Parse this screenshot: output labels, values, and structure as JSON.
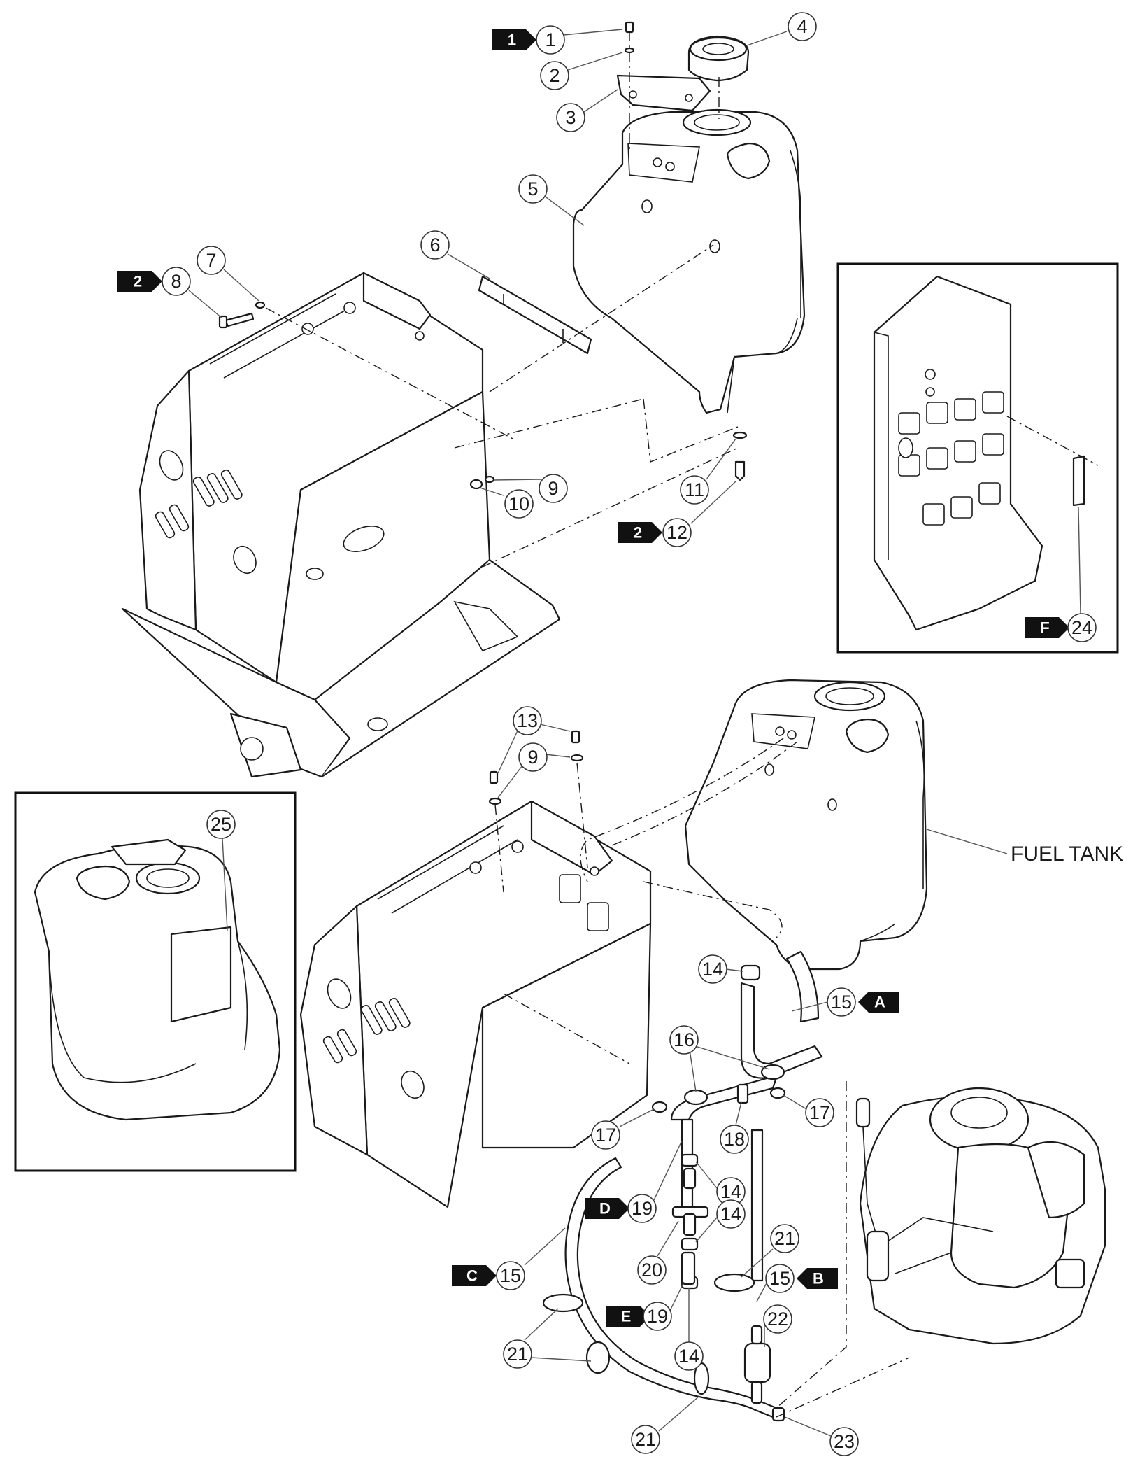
{
  "diagram": {
    "label_fuel_tank": "FUEL TANK",
    "callouts": [
      {
        "id": "c1",
        "number": "1",
        "tag": "1"
      },
      {
        "id": "c2",
        "number": "2"
      },
      {
        "id": "c3",
        "number": "3"
      },
      {
        "id": "c4",
        "number": "4"
      },
      {
        "id": "c5",
        "number": "5"
      },
      {
        "id": "c6",
        "number": "6"
      },
      {
        "id": "c7",
        "number": "7"
      },
      {
        "id": "c8",
        "number": "8",
        "tag": "2"
      },
      {
        "id": "c9a",
        "number": "9"
      },
      {
        "id": "c10",
        "number": "10"
      },
      {
        "id": "c11",
        "number": "11"
      },
      {
        "id": "c12",
        "number": "12",
        "tag": "2"
      },
      {
        "id": "c24",
        "number": "24",
        "tag": "F"
      },
      {
        "id": "c13",
        "number": "13"
      },
      {
        "id": "c9b",
        "number": "9"
      },
      {
        "id": "c25",
        "number": "25"
      },
      {
        "id": "c14a",
        "number": "14"
      },
      {
        "id": "c15a",
        "number": "15",
        "tag": "A"
      },
      {
        "id": "c16",
        "number": "16"
      },
      {
        "id": "c17a",
        "number": "17"
      },
      {
        "id": "c17b",
        "number": "17"
      },
      {
        "id": "c18",
        "number": "18"
      },
      {
        "id": "c14b",
        "number": "14"
      },
      {
        "id": "c19a",
        "number": "19",
        "tag": "D"
      },
      {
        "id": "c20",
        "number": "20"
      },
      {
        "id": "c14c",
        "number": "14"
      },
      {
        "id": "c21a",
        "number": "21"
      },
      {
        "id": "c15b",
        "number": "15",
        "tag": "B"
      },
      {
        "id": "c15c",
        "number": "15",
        "tag": "C"
      },
      {
        "id": "c19b",
        "number": "19",
        "tag": "E"
      },
      {
        "id": "c22",
        "number": "22"
      },
      {
        "id": "c14d",
        "number": "14"
      },
      {
        "id": "c21b",
        "number": "21"
      },
      {
        "id": "c21c",
        "number": "21"
      },
      {
        "id": "c23",
        "number": "23"
      }
    ]
  }
}
